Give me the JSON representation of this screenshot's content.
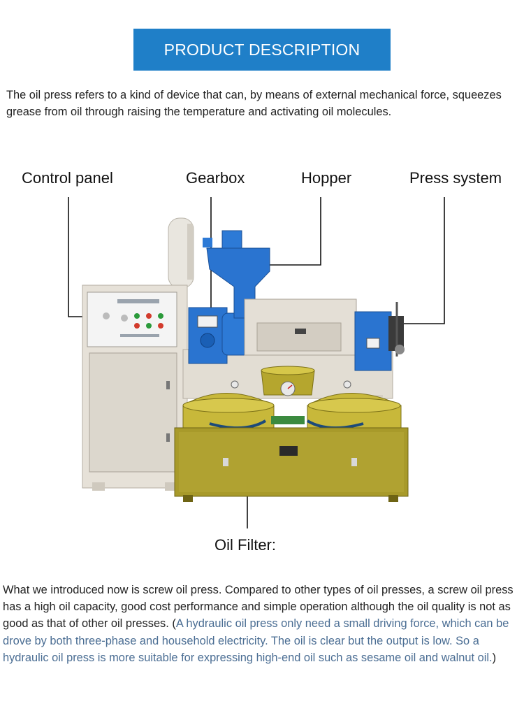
{
  "header": {
    "title": "PRODUCT DESCRIPTION"
  },
  "intro_text": "The oil press refers to a kind of device that can, by means of external mechanical force, squeezes grease from oil through raising the temperature and activating oil molecules.",
  "labels": {
    "control_panel": "Control panel",
    "gearbox": "Gearbox",
    "hopper": "Hopper",
    "press_system": "Press system",
    "oil_filter": "Oil Filter:"
  },
  "description": {
    "main": "What we introduced now is screw oil press. Compared to other types of oil presses, a screw oil press has a high oil capacity, good cost performance and simple operation although the oil quality is not as good as that of other oil presses. ",
    "paren_open": "(",
    "note": "A hydraulic oil press only need a small driving force, which can be drove by both three-phase and household electricity. The oil is clear but the output is low. So a hydraulic oil press is more suitable for expressing high-end oil such as sesame oil and walnut oil.",
    "paren_close": ")"
  },
  "colors": {
    "banner": "#1f7fc8",
    "note_text": "#4a6d93",
    "machine_blue": "#1f6fd0",
    "filter_olive": "#a89a2a",
    "cabinet_beige": "#e6e1d8"
  }
}
